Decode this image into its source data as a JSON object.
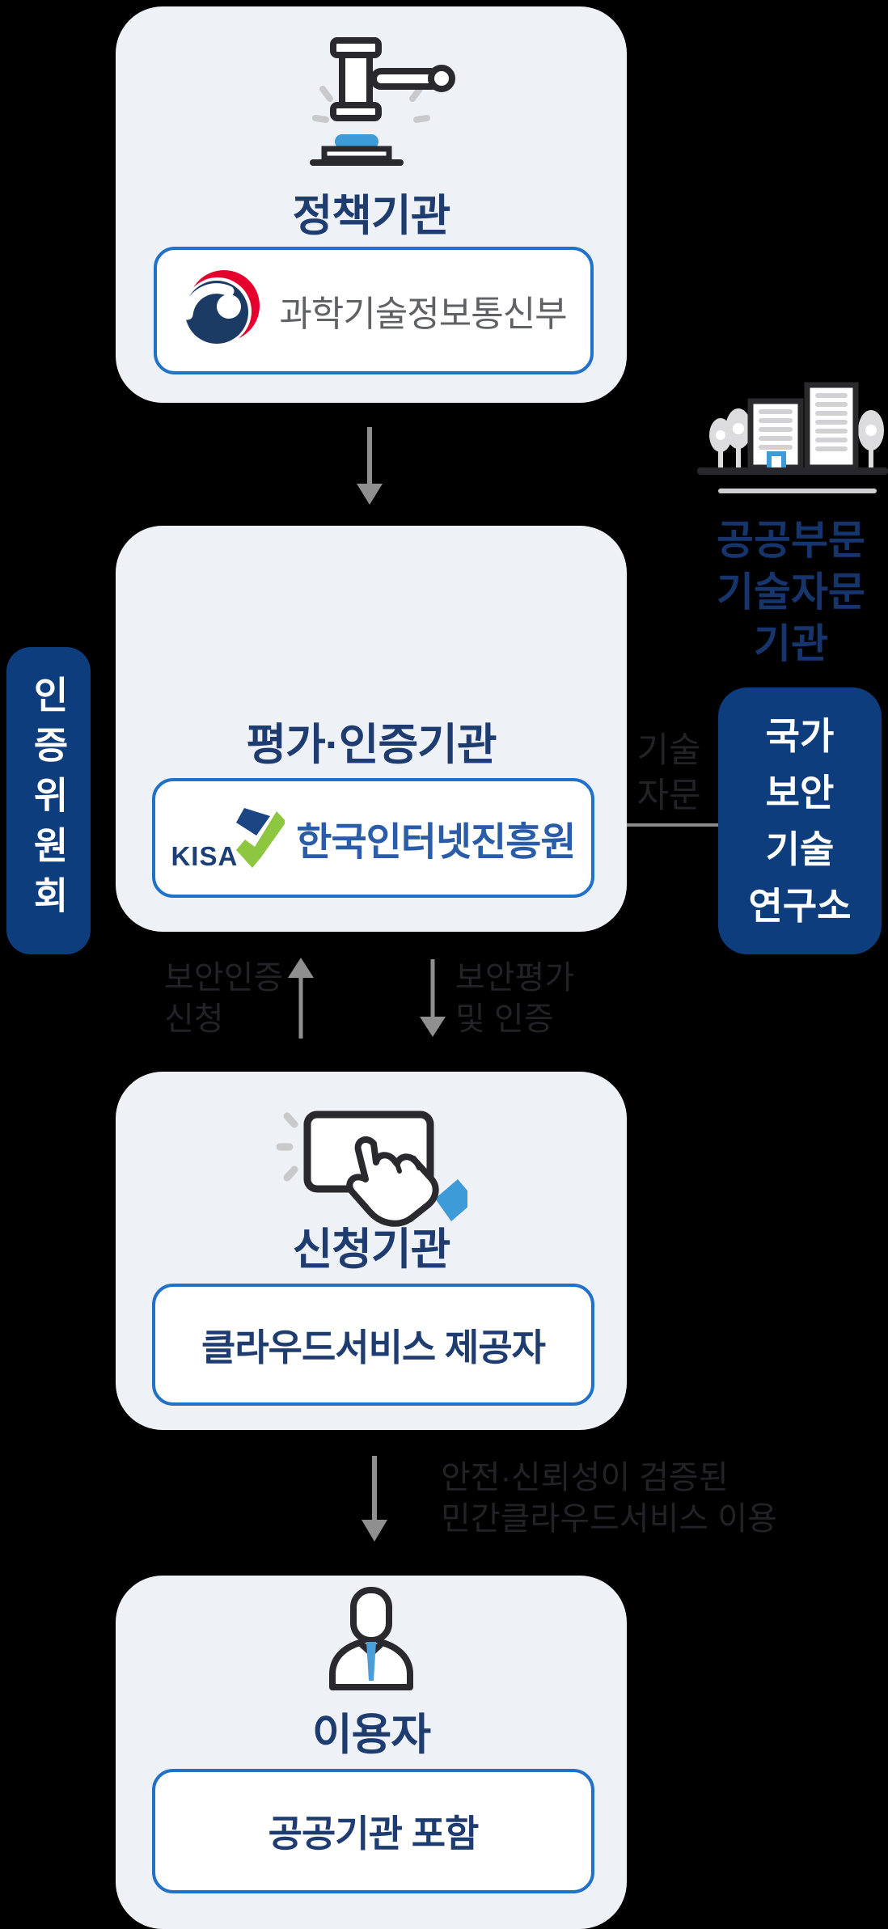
{
  "colors": {
    "background": "#000000",
    "panel_bg": "#eef1f6",
    "navy_text": "#1e3c6f",
    "dark_blue_box": "#0d3d7c",
    "inner_border": "#2171c9",
    "arrow_gray": "#8f8f8f",
    "flow_label_dark": "#222227",
    "kisa_blue": "#2b5ca7",
    "kisa_green": "#8dc63f",
    "accent_blue": "#3d9bd8",
    "ministry_text_gray": "#5f6164",
    "emblem_navy": "#1b3a64",
    "emblem_red": "#e6002d"
  },
  "policy": {
    "title": "정책기관",
    "org": "과학기술정보통신부"
  },
  "certifier": {
    "title": "평가·인증기관",
    "org_abbr": "KISA",
    "org": "한국인터넷진흥원"
  },
  "committee": {
    "label": "인증위원회"
  },
  "advisor": {
    "heading": "공공부문\n기술자문\n기관",
    "org": "국가\n보안\n기술\n연구소",
    "link_label": "기술\n자문"
  },
  "applicant": {
    "title": "신청기관",
    "org": "클라우드서비스 제공자"
  },
  "user": {
    "title": "이용자",
    "org": "공공기관 포함"
  },
  "flows": {
    "up_label": "보안인증\n신청",
    "down_label": "보안평가\n및 인증",
    "use_label": "안전·신뢰성이 검증된\n민간클라우드서비스 이용"
  }
}
